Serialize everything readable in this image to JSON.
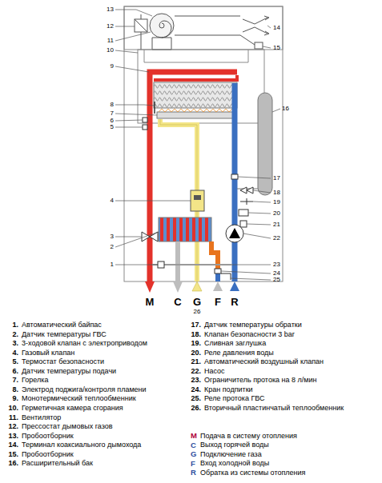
{
  "diagram": {
    "labels": [
      "13",
      "12",
      "11",
      "10",
      "14",
      "15",
      "9",
      "8",
      "7",
      "6",
      "5",
      "16",
      "17",
      "4",
      "18",
      "19",
      "20",
      "21",
      "3",
      "22",
      "2",
      "1",
      "23",
      "24",
      "25",
      "M",
      "C",
      "G",
      "F",
      "R",
      "26",
      "1.",
      "Автоматический байпас",
      "2.",
      "Датчик температуры ГВС",
      "3.",
      "3-ходовой клапан с электроприводом",
      "4.",
      "Газовый клапан",
      "5.",
      "Термостат безопасности",
      "6.",
      "Датчик температуры подачи",
      "7.",
      "Горелка",
      "8.",
      "Электрод поджига/контроля пламени",
      "9.",
      "Монотермический теплообменник",
      "10.",
      "Герметичная камера сгорания",
      "11.",
      "Вентилятор",
      "12.",
      "Прессостат дымовых газов",
      "13.",
      "Пробоотборник",
      "14.",
      "Терминал коаксиального дымохода",
      "15.",
      "Пробоотборник",
      "16.",
      "Расширительный бак",
      "17.",
      "Датчик температуры обратки",
      "18.",
      "Клапан безопасности 3 bar",
      "19.",
      "Сливная заглушка",
      "20.",
      "Реле давления воды",
      "21.",
      "Автоматический воздушный клапан",
      "22.",
      "Насос",
      "23.",
      "Ограничитель протока на 8 л/мин",
      "24.",
      "Кран подпитки",
      "25.",
      "Реле протока ГВС",
      "26.",
      "Вторичный пластинчатый теплообменник",
      "M",
      "Подача в систему отопления",
      "C",
      "Выход горячей воды",
      "G",
      "Подключение газа",
      "F",
      "Вход холодной воды",
      "R",
      "Обратка из системы отопления"
    ]
  }
}
